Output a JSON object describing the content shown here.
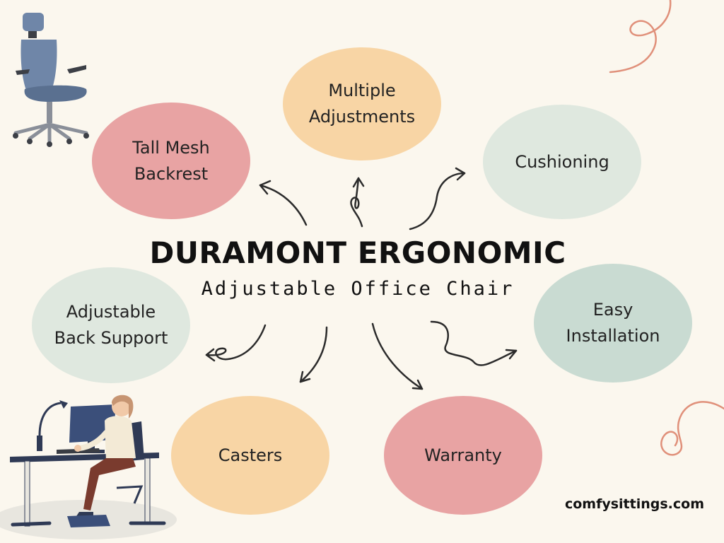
{
  "title": "DURAMONT ERGONOMIC",
  "subtitle": "Adjustable Office Chair",
  "website": "comfysittings.com",
  "features": {
    "tall_mesh_backrest": "Tall Mesh\nBackrest",
    "multiple_adjustments": "Multiple\nAdjustments",
    "cushioning": "Cushioning",
    "adjustable_back_support": "Adjustable\nBack Support",
    "easy_installation": "Easy\nInstallation",
    "casters": "Casters",
    "warranty": "Warranty"
  },
  "colors": {
    "background": "#fbf7ee",
    "pink": "#e8a3a3",
    "peach": "#f8d5a5",
    "mint": "#dfe8df",
    "sage": "#c9dbd2",
    "coral_swirl": "#e0907a"
  },
  "illustrations": {
    "top_left": "office-chair-illustration",
    "bottom_left": "person-at-desk-illustration"
  }
}
